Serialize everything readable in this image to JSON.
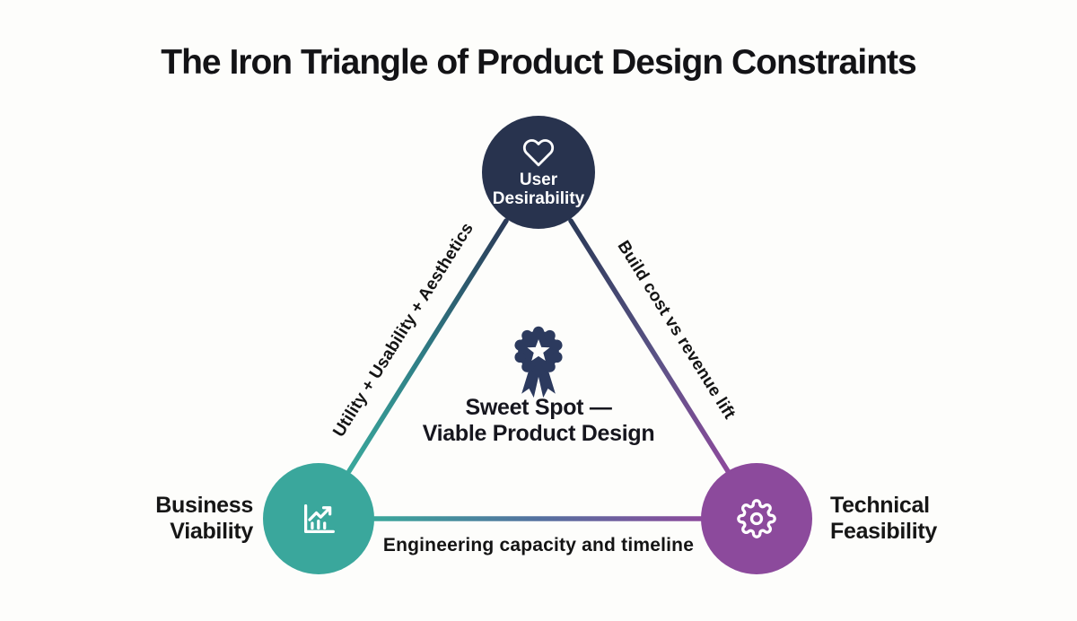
{
  "title": "The Iron Triangle of Product Design Constraints",
  "nodes": {
    "top": {
      "line1": "User",
      "line2": "Desirability",
      "icon": "heart-icon",
      "color": "#28334e"
    },
    "left": {
      "line1": "Business",
      "line2": "Viability",
      "icon": "bar-chart-trend-icon",
      "color": "#3aa79c"
    },
    "right": {
      "line1": "Technical",
      "line2": "Feasibility",
      "icon": "gear-icon",
      "color": "#8c4a9c"
    }
  },
  "edges": {
    "left": {
      "label": "Utility + Usability + Aesthetics"
    },
    "right": {
      "label": "Build cost vs revenue lift"
    },
    "bottom": {
      "label": "Engineering capacity and timeline"
    }
  },
  "center": {
    "icon": "award-badge-icon",
    "line1": "Sweet Spot —",
    "line2": "Viable Product Design"
  },
  "colors": {
    "background": "#fdfdfb",
    "navy": "#28334e",
    "teal": "#3aa79c",
    "purple": "#8c4a9c",
    "badge_navy": "#2c3a5e",
    "edge_mid_blue": "#54719f",
    "text_dark": "#141414"
  }
}
